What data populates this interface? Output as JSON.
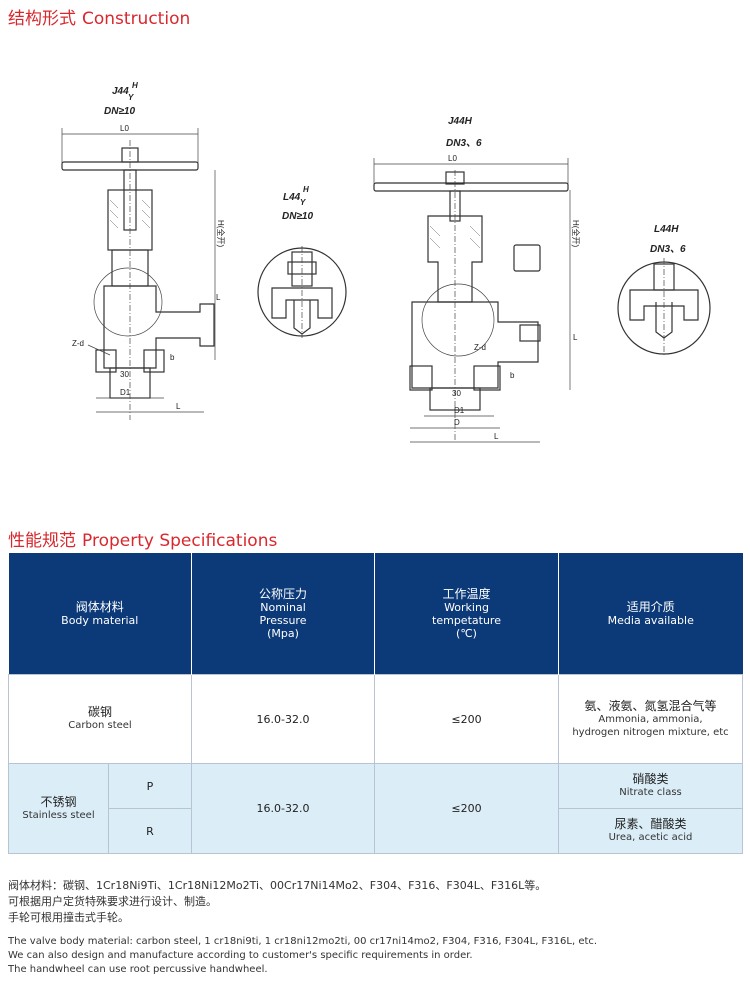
{
  "construction": {
    "title_cn": "结构形式",
    "title_en": "Construction"
  },
  "drawing_labels": {
    "j44hy_model": "J44",
    "j44hy_sup": "H",
    "j44hy_sub": "Y",
    "j44hy_dn": "DN≥10",
    "l44hy_model": "L44",
    "l44hy_sup": "H",
    "l44hy_sub": "Y",
    "l44hy_dn": "DN≥10",
    "j44h_model": "J44H",
    "j44h_dn": "DN3、6",
    "l44h_model": "L44H",
    "l44h_dn": "DN3、6",
    "L0": "L0",
    "H_open": "H(全开)",
    "L": "L",
    "Zd": "Z-d",
    "D1": "D1",
    "D": "D",
    "b": "b",
    "num30": "30"
  },
  "property": {
    "title_cn": "性能规范",
    "title_en": "Property Specifications"
  },
  "table": {
    "headers": [
      {
        "cn": "阀体材料",
        "en": "Body material"
      },
      {
        "cn": "公称压力",
        "en1": "Nominal",
        "en2": "Pressure",
        "en3": "(Mpa)"
      },
      {
        "cn": "工作温度",
        "en1": "Working",
        "en2": "tempetature",
        "en3": "(℃)"
      },
      {
        "cn": "适用介质",
        "en": "Media available"
      }
    ],
    "carbon": {
      "material_cn": "碳钢",
      "material_en": "Carbon steel",
      "pressure": "16.0-32.0",
      "temp": "≤200",
      "media_cn": "氨、液氨、氮氢混合气等",
      "media_en1": "Ammonia, ammonia,",
      "media_en2": "hydrogen nitrogen mixture, etc"
    },
    "stainless": {
      "material_cn": "不锈钢",
      "material_en": "Stainless steel",
      "grade_p": "P",
      "grade_r": "R",
      "pressure": "16.0-32.0",
      "temp": "≤200",
      "media_p_cn": "硝酸类",
      "media_p_en": "Nitrate class",
      "media_r_cn": "尿素、醋酸类",
      "media_r_en": "Urea, acetic acid"
    }
  },
  "notes": {
    "cn1": "阀体材料：碳钢、1Cr18Ni9Ti、1Cr18Ni12Mo2Ti、00Cr17Ni14Mo2、F304、F316、F304L、F316L等。",
    "cn2": "可根据用户定货特殊要求进行设计、制造。",
    "cn3": "手轮可根用撞击式手轮。",
    "en1": "The valve body material: carbon steel, 1 cr18ni9ti, 1 cr18ni12mo2ti, 00 cr17ni14mo2, F304, F316, F304L, F316L, etc.",
    "en2": "We can also design and manufacture according to customer's specific requirements in order.",
    "en3": "The handwheel can use root percussive handwheel."
  }
}
